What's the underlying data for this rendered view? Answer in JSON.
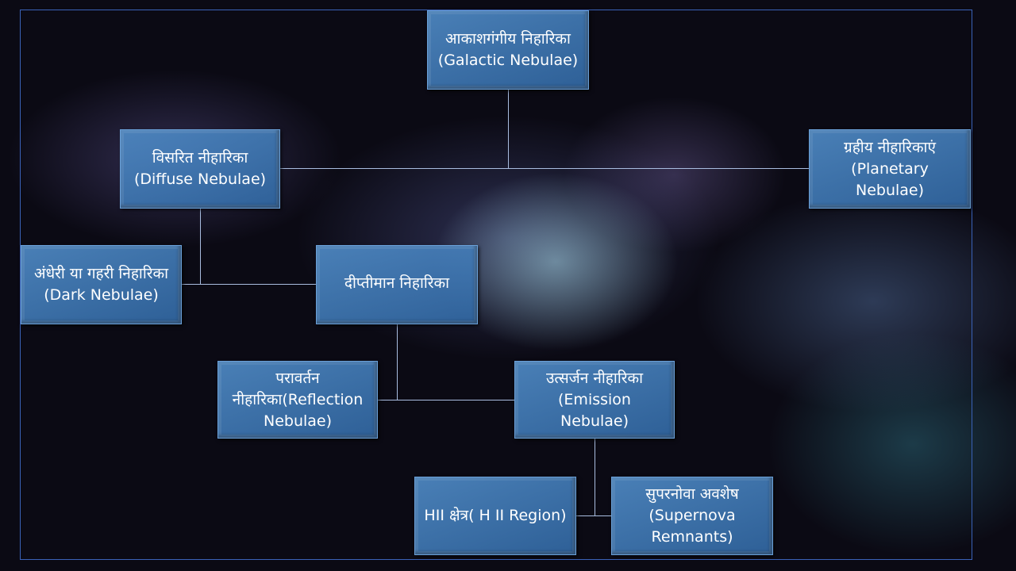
{
  "nodes": {
    "galactic": "आकाशगंगीय निहारिका (Galactic Nebulae)",
    "diffuse": "विसरित नीहारिका (Diffuse Nebulae)",
    "planetary": "ग्रहीय नीहारिकाएं (Planetary Nebulae)",
    "dark": "अंधेरी या गहरी निहारिका (Dark Nebulae)",
    "luminous": "दीप्तीमान निहारिका",
    "reflection": "परावर्तन नीहारिका(Reflection Nebulae)",
    "emission": "उत्सर्जन नीहारिका (Emission Nebulae)",
    "hii": "HII क्षेत्र( H II Region)",
    "supernova": "सुपरनोवा अवशेष (Supernova Remnants)"
  }
}
